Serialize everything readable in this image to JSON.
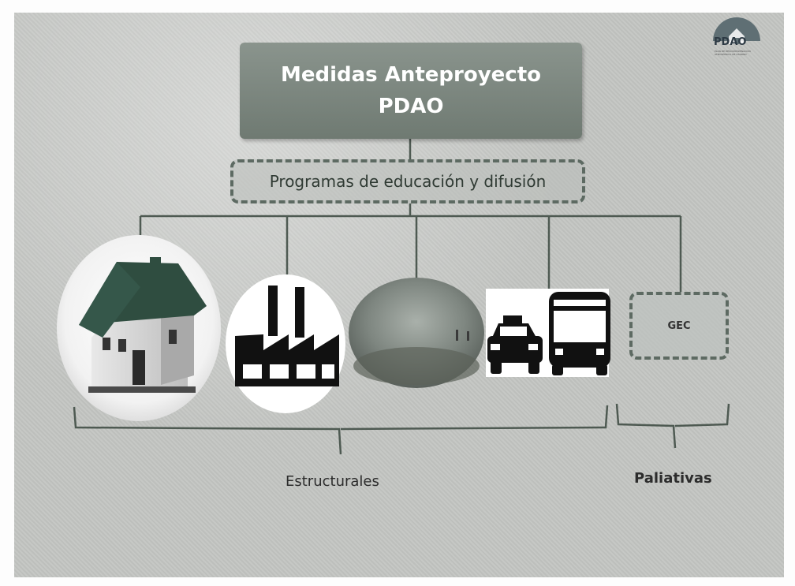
{
  "title": {
    "line1": "Medidas Anteproyecto",
    "line2": "PDAO"
  },
  "program_box": {
    "label": "Programas de educación y difusión"
  },
  "measures": [
    {
      "name": "house",
      "icon": "house-icon"
    },
    {
      "name": "industry",
      "icon": "factory-icon"
    },
    {
      "name": "burning",
      "icon": "burning-field-photo"
    },
    {
      "name": "transport",
      "icon": "taxi-bus-icon"
    }
  ],
  "palliative_box": {
    "label": "GEC"
  },
  "groups": {
    "structural": "Estructurales",
    "palliative": "Paliativas"
  },
  "logo": {
    "text": "PDAO",
    "subtext": "PLAN DE DESCONTAMINACIÓN ATMOSFÉRICA DE OSORNO"
  },
  "colors": {
    "title_fill": "#7b857e",
    "line": "#4e5a52",
    "background": "#c3c5c2"
  }
}
